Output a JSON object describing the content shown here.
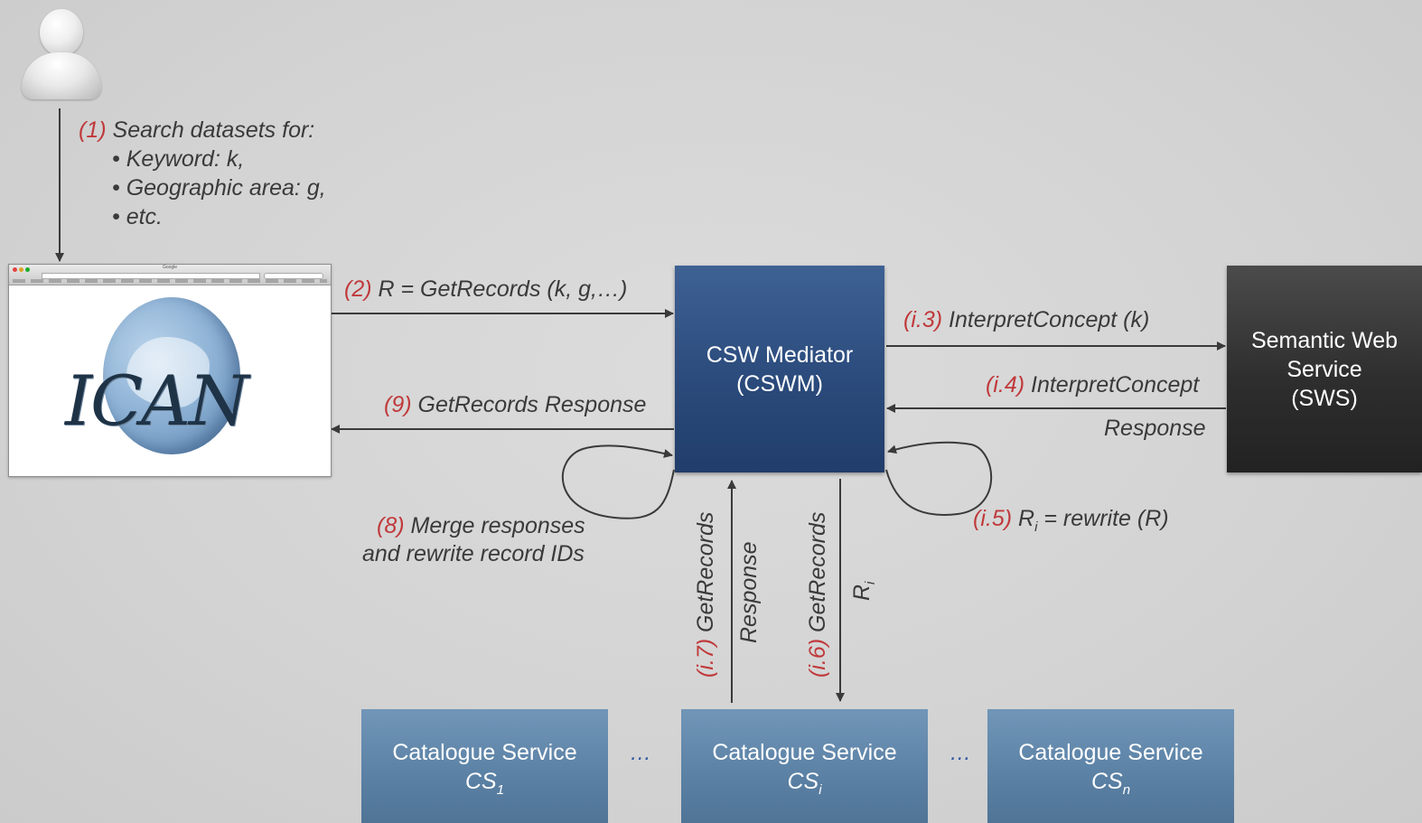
{
  "steps": {
    "s1_num": "(1)",
    "s1_text": "Search datasets for:",
    "s1_items": [
      "• Keyword: k,",
      "• Geographic area: g,",
      "• etc."
    ],
    "s2_num": "(2)",
    "s2_text": "R = GetRecords (k, g,…)",
    "s9_num": "(9)",
    "s9_text": "GetRecords Response",
    "i3_num": "(i.3)",
    "i3_text": "InterpretConcept (k)",
    "i4_num": "(i.4)",
    "i4_text": "InterpretConcept",
    "i4_text2": "Response",
    "i5_num": "(i.5)",
    "i5_r": "R",
    "i5_sub": "i",
    "i5_text": " = rewrite (R)",
    "s8_num": "(8)",
    "s8_text": "Merge responses",
    "s8_text2": "and rewrite record IDs",
    "i7_num": "(i.7)",
    "i7_text": "GetRecords",
    "i7_text2": "Response",
    "i6_num": "(i.6)",
    "i6_text": "GetRecords",
    "i6_r": "R",
    "i6_sub": "i"
  },
  "browser": {
    "tab_title": "Google",
    "logo_text": "ICAN"
  },
  "mediator": {
    "line1": "CSW Mediator",
    "line2": "(CSWM)"
  },
  "sws": {
    "line1": "Semantic Web",
    "line2": "Service",
    "line3": "(SWS)"
  },
  "catalogues": [
    {
      "label": "Catalogue Service",
      "sym": "CS",
      "sub": "1"
    },
    {
      "label": "Catalogue Service",
      "sym": "CS",
      "sub": "i"
    },
    {
      "label": "Catalogue Service",
      "sym": "CS",
      "sub": "n"
    }
  ],
  "ellipsis": "…",
  "colors": {
    "mediator": "#2b4b7c",
    "sws": "#2e2e2e",
    "catalogue": "#5c82a6",
    "step_number": "#c0393b",
    "ellipsis": "#2f56a0"
  },
  "icons": {
    "user": "user-avatar-icon",
    "globe": "globe-icon"
  }
}
